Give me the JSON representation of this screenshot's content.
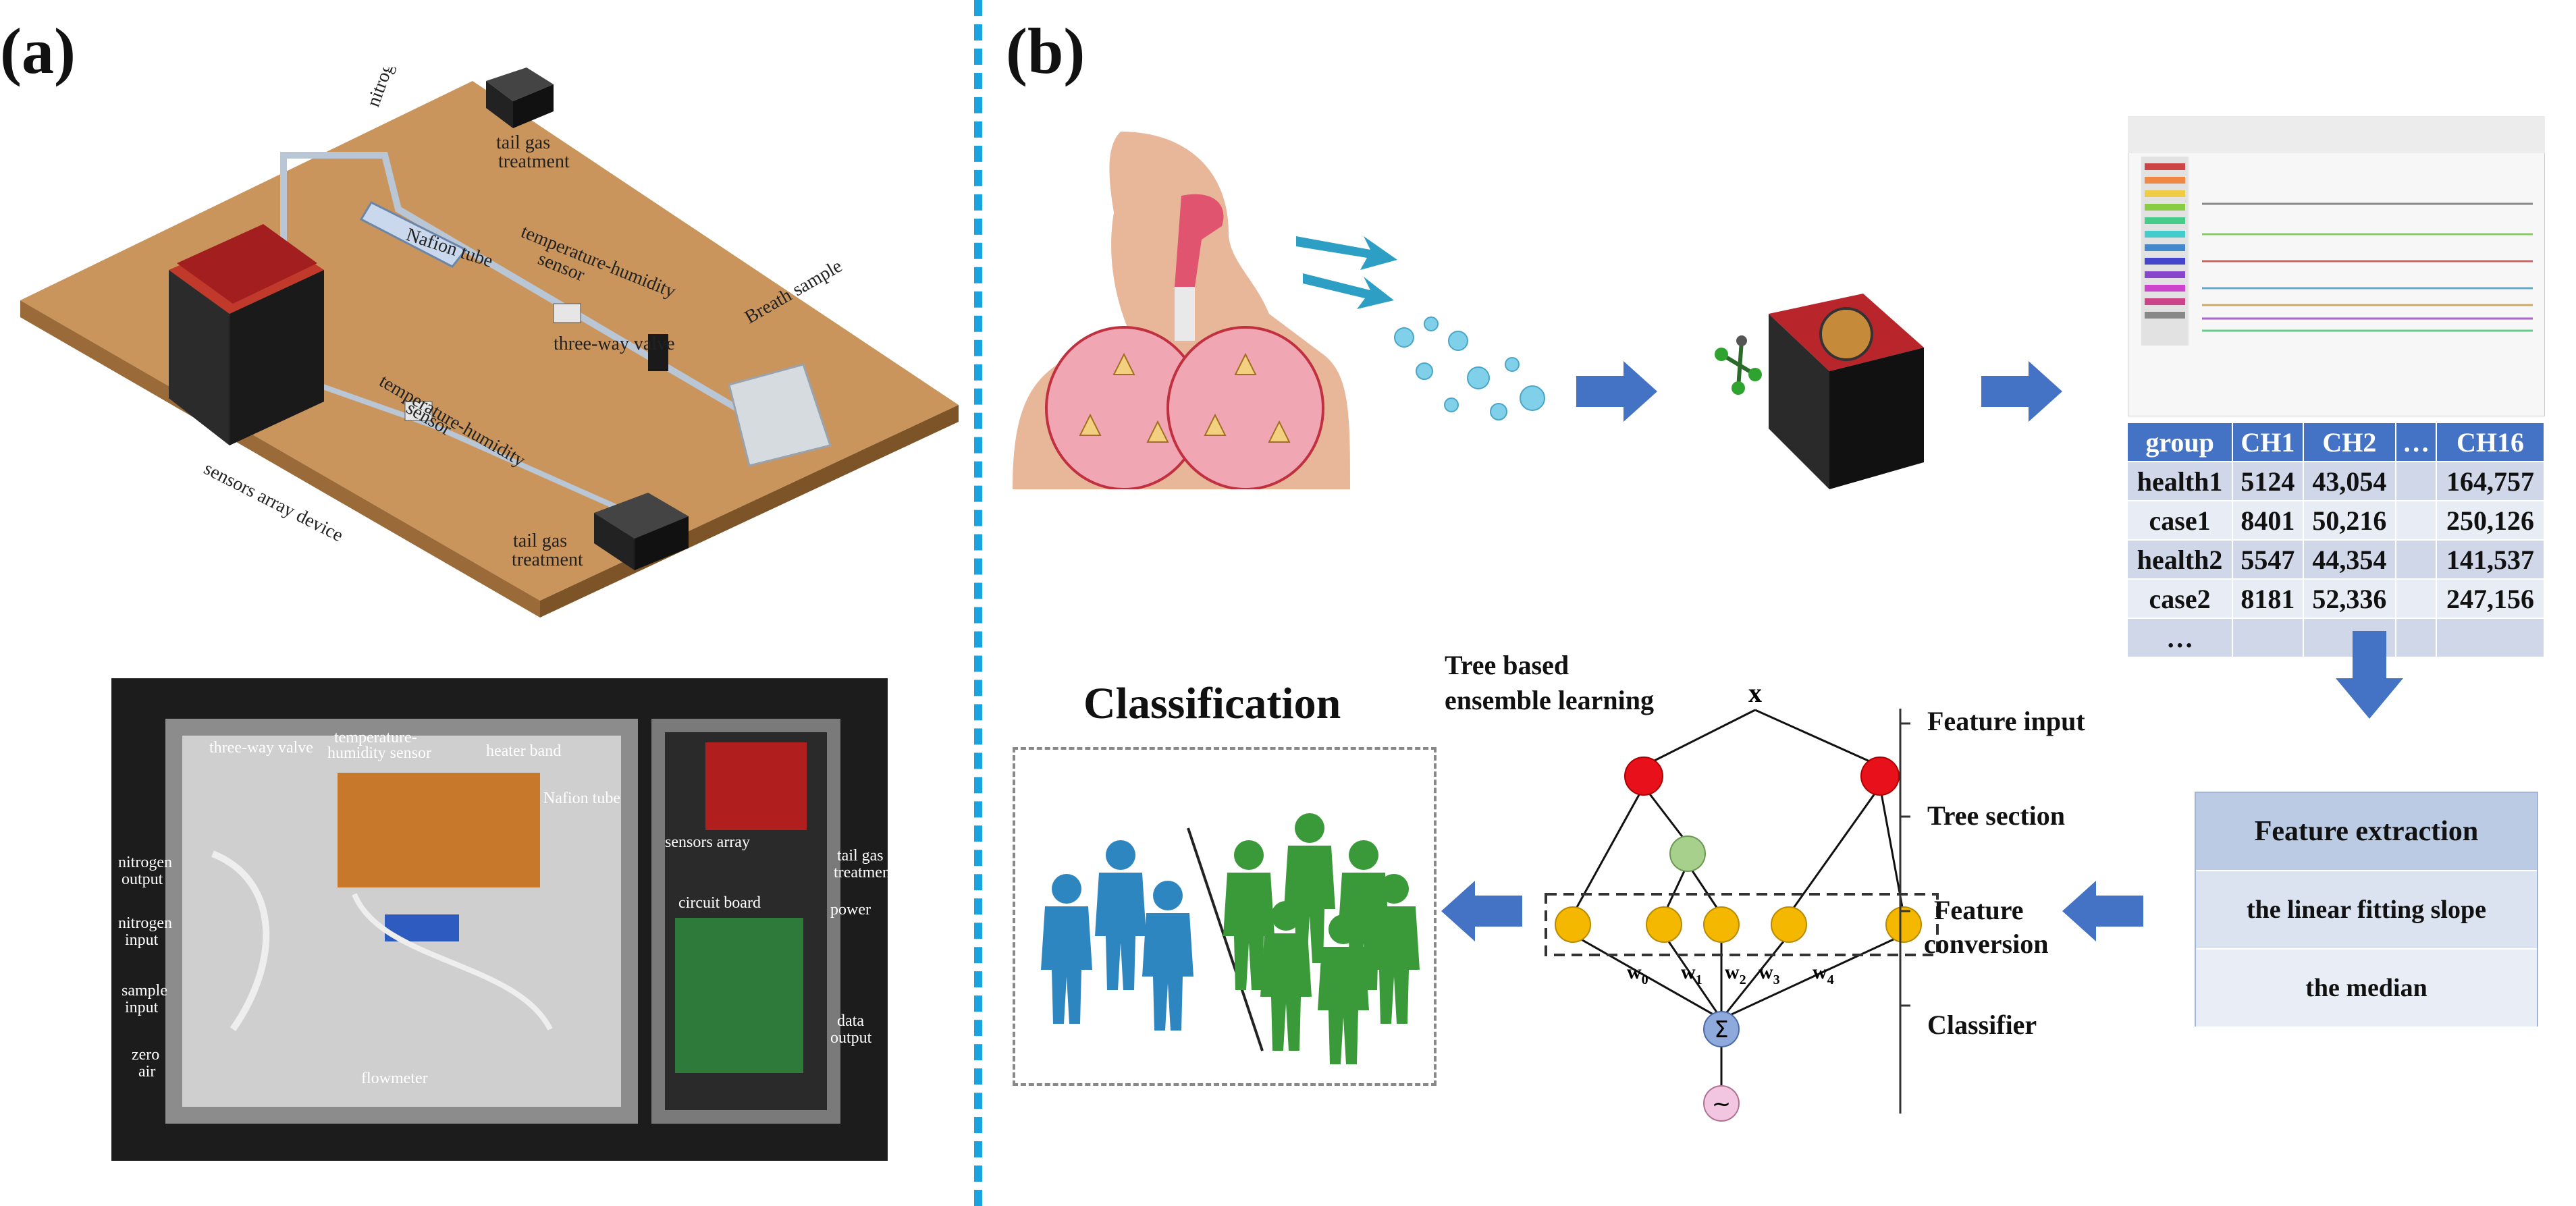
{
  "panel_labels": {
    "a": "(a)",
    "b": "(b)"
  },
  "setup_3d": {
    "labels": {
      "nitrogen": "nitrogen",
      "tail_gas_top_1": "tail gas",
      "tail_gas_top_2": "treatment",
      "nafion": "Nafion tube",
      "th_sensor_top_1": "temperature-humidity",
      "th_sensor_top_2": "sensor",
      "three_way": "three-way valve",
      "breath": "Breath sample",
      "sensors_device": "sensors array device",
      "th_sensor_bot_1": "temperature-humidity",
      "th_sensor_bot_2": "sensor",
      "tail_gas_bot_1": "tail gas",
      "tail_gas_bot_2": "treatment"
    }
  },
  "photo": {
    "labels": {
      "three_way": "three-way valve",
      "temp_1": "temperature-",
      "temp_2": "humidity sensor",
      "heater": "heater band",
      "nafion": "Nafion tube",
      "sensors_array": "sensors array",
      "tail_1": "tail gas",
      "tail_2": "treatment",
      "nitrogen_out_1": "nitrogen",
      "nitrogen_out_2": "output",
      "nitrogen_in_1": "nitrogen",
      "nitrogen_in_2": "input",
      "sample_1": "sample",
      "sample_2": "input",
      "zero_1": "zero",
      "zero_2": "air",
      "circuit": "circuit board",
      "power": "power",
      "data_1": "data",
      "data_2": "output",
      "flowmeter": "flowmeter"
    }
  },
  "table": {
    "headers": [
      "group",
      "CH1",
      "CH2",
      "…",
      "CH16"
    ],
    "rows": [
      [
        "health1",
        "5124",
        "43,054",
        "",
        "164,757"
      ],
      [
        "case1",
        "8401",
        "50,216",
        "",
        "250,126"
      ],
      [
        "health2",
        "5547",
        "44,354",
        "",
        "141,537"
      ],
      [
        "case2",
        "8181",
        "52,336",
        "",
        "247,156"
      ],
      [
        "…",
        "",
        "",
        "",
        ""
      ]
    ]
  },
  "features": {
    "title": "Feature extraction",
    "item1": "the linear fitting slope",
    "item2": "the median"
  },
  "model": {
    "title_line1": "Tree based",
    "title_line2": "ensemble learning",
    "input_symbol": "x",
    "weights": [
      "w",
      "w",
      "w",
      "w",
      "w"
    ],
    "weight_subs": [
      "0",
      "1",
      "2",
      "3",
      "4"
    ],
    "sum_symbol": "Σ",
    "act_symbol": "~",
    "steps": {
      "input": "Feature input",
      "tree": "Tree section",
      "conv_1": "Feature",
      "conv_2": "conversion",
      "classifier": "Classifier"
    }
  },
  "classification": {
    "title": "Classification"
  },
  "colors": {
    "divider": "#1aa3e0",
    "arrow": "#4472c4",
    "table_header": "#4472c4",
    "node_red": "#e8101a",
    "node_green": "#a8d08d",
    "node_yellow": "#f5b800",
    "node_sum": "#8ea9db",
    "node_act": "#f2c6e0",
    "person_blue": "#2e86c1",
    "person_green": "#3a9a3a",
    "board": "#c9955c"
  }
}
